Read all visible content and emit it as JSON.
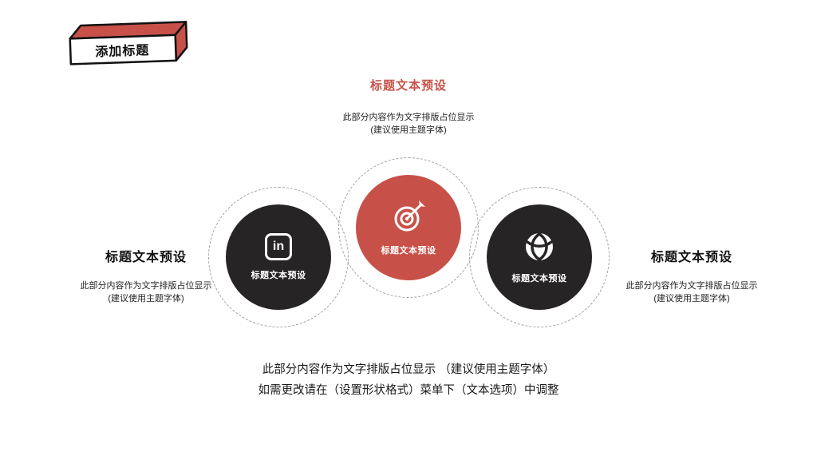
{
  "title_box": {
    "label": "添加标题"
  },
  "top_section": {
    "title": "标题文本预设",
    "desc_line1": "此部分内容作为文字排版占位显示",
    "desc_line2": "(建议使用主题字体)"
  },
  "left_section": {
    "title": "标题文本预设",
    "desc_line1": "此部分内容作为文字排版占位显示",
    "desc_line2": "(建议使用主题字体)"
  },
  "right_section": {
    "title": "标题文本预设",
    "desc_line1": "此部分内容作为文字排版占位显示",
    "desc_line2": "(建议使用主题字体)"
  },
  "circles": {
    "left": {
      "label": "标题文本预设",
      "icon": "linkedin-icon",
      "glyph": "in"
    },
    "center": {
      "label": "标题文本预设",
      "icon": "target-icon"
    },
    "right": {
      "label": "标题文本预设",
      "icon": "globe-icon"
    }
  },
  "bottom_section": {
    "line1": "此部分内容作为文字排版占位显示 （建议使用主题字体）",
    "line2": "如需更改请在（设置形状格式）菜单下（文本选项）中调整"
  },
  "colors": {
    "accent_red": "#c75149",
    "dark": "#272425",
    "dashed_gray": "#9e9e9e"
  }
}
